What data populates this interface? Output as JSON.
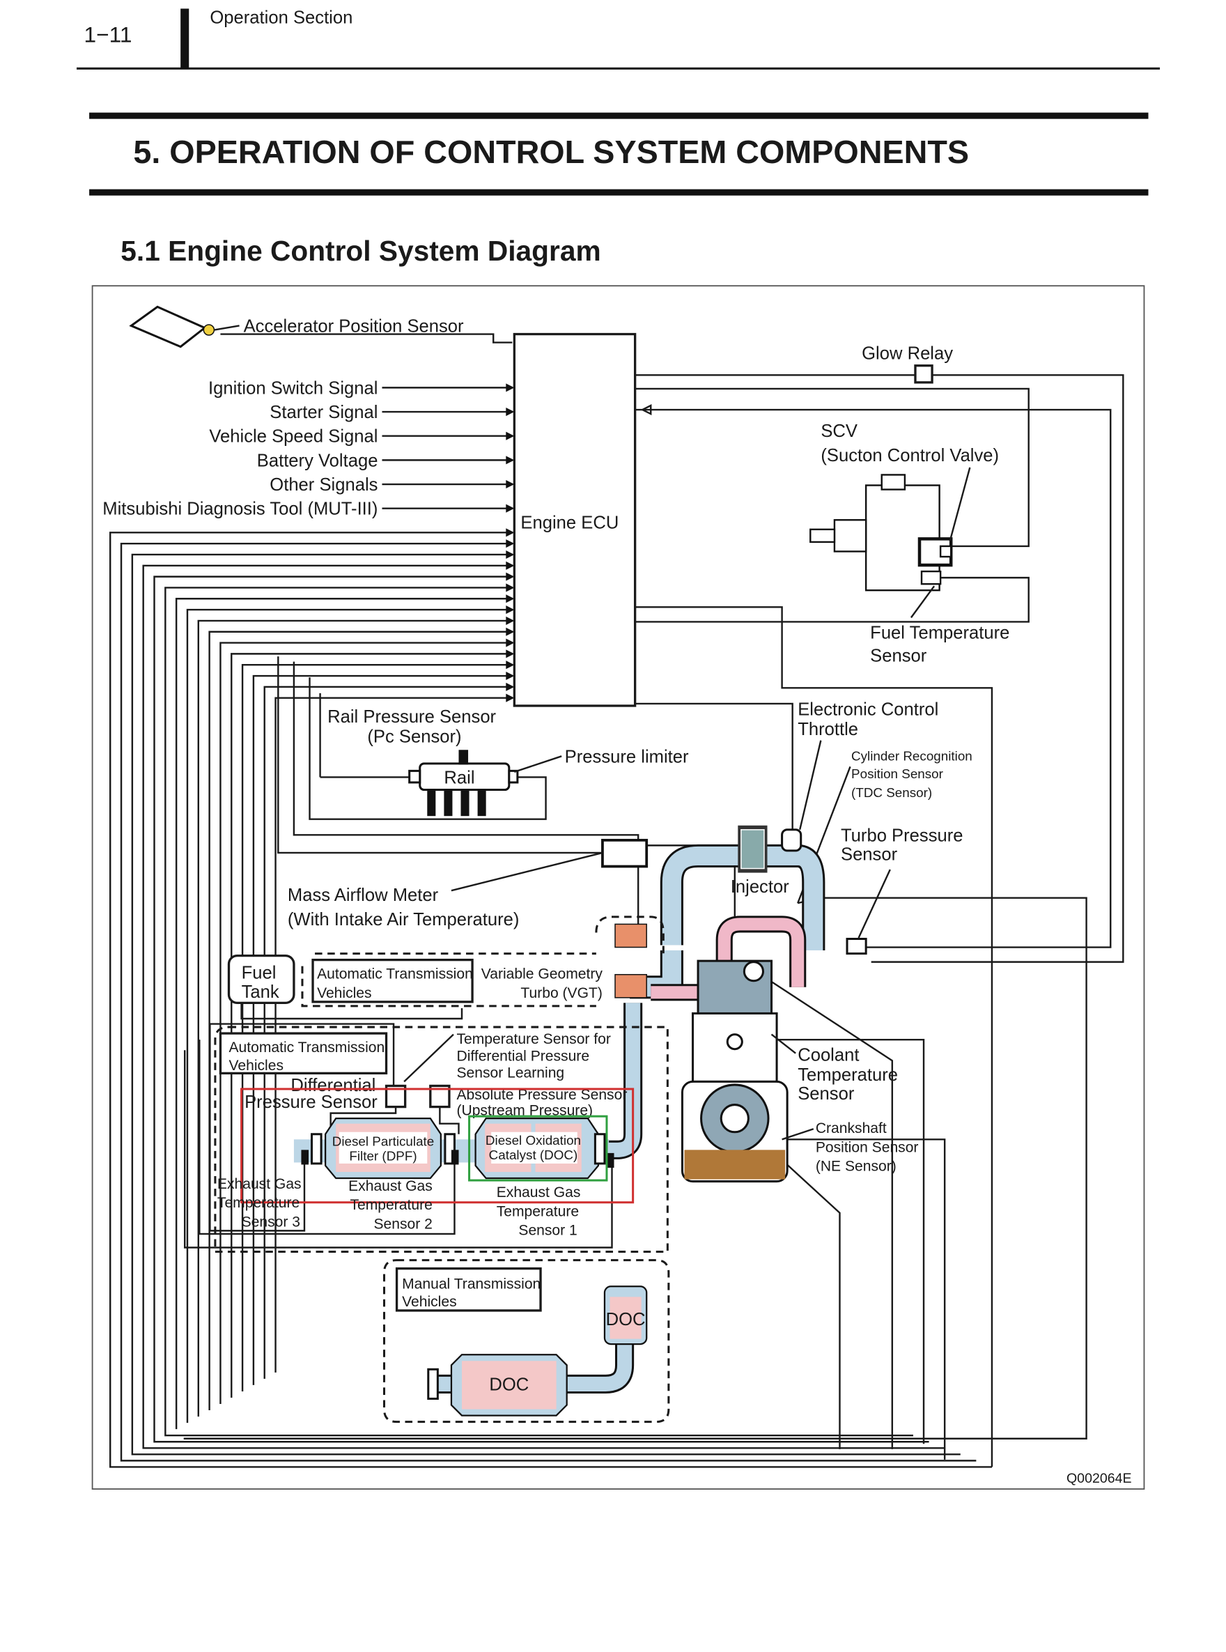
{
  "header": {
    "page_number": "1−11",
    "section": "Operation Section"
  },
  "title": "5.  OPERATION OF CONTROL SYSTEM COMPONENTS",
  "subtitle": "5.1  Engine Control System Diagram",
  "diagram": {
    "ecu": "Engine ECU",
    "accelerator": "Accelerator Position Sensor",
    "inputs": [
      "Ignition Switch Signal",
      "Starter Signal",
      "Vehicle Speed Signal",
      "Battery  Voltage",
      "Other Signals",
      "Mitsubishi Diagnosis Tool (MUT-III)"
    ],
    "glow_relay": "Glow Relay",
    "scv": [
      "SCV",
      "(Sucton Control Valve)"
    ],
    "fuel_temp": [
      "Fuel Temperature",
      "Sensor"
    ],
    "etc": [
      "Electronic Control",
      "Throttle"
    ],
    "tdc": [
      "Cylinder Recognition",
      "Position Sensor",
      "(TDC  Sensor)"
    ],
    "turbo_pressure": [
      "Turbo Pressure",
      "Sensor"
    ],
    "rail_pressure": [
      "Rail Pressure Sensor",
      "(Pc Sensor)"
    ],
    "rail": "Rail",
    "pressure_limiter": "Pressure limiter",
    "maf": [
      "Mass Airflow Meter",
      "(With Intake Air Temperature)"
    ],
    "injector": "Injector",
    "fuel_tank": [
      "Fuel",
      "Tank"
    ],
    "at_vehicles": [
      "Automatic Transmission",
      "Vehicles"
    ],
    "vgt": [
      "Variable Geometry",
      "Turbo (VGT)"
    ],
    "at_vehicles2": [
      "Automatic Transmission",
      "Vehicles"
    ],
    "temp_dp": [
      "Temperature Sensor for",
      "Differential Pressure",
      "Sensor Learning"
    ],
    "diff_pressure": [
      "Differential",
      "Pressure Sensor"
    ],
    "abs_pressure": [
      "Absolute Pressure Sensor",
      "(Upstream Pressure)"
    ],
    "dpf": [
      "Diesel Particulate",
      "Filter (DPF)"
    ],
    "doc": [
      "Diesel Oxidation",
      "Catalyst (DOC)"
    ],
    "egt3": [
      "Exhaust Gas",
      "Temperature",
      "Sensor 3"
    ],
    "egt2": [
      "Exhaust Gas",
      "Temperature",
      "Sensor 2"
    ],
    "egt1": [
      "Exhaust Gas",
      "Temperature",
      "Sensor 1"
    ],
    "coolant": [
      "Coolant",
      "Temperature",
      "Sensor"
    ],
    "crank": [
      "Crankshaft",
      "Position Sensor",
      "(NE Sensor)"
    ],
    "mt_vehicles": [
      "Manual Transmission",
      "Vehicles"
    ],
    "doc_small": "DOC",
    "doc_large": "DOC",
    "figure_code": "Q002064E",
    "colors": {
      "pipe": "#bcd6e6",
      "hot_pipe": "#f0b8c8",
      "oil": "#b07838",
      "highlight_red": "#d03030",
      "highlight_green": "#30a040"
    }
  }
}
